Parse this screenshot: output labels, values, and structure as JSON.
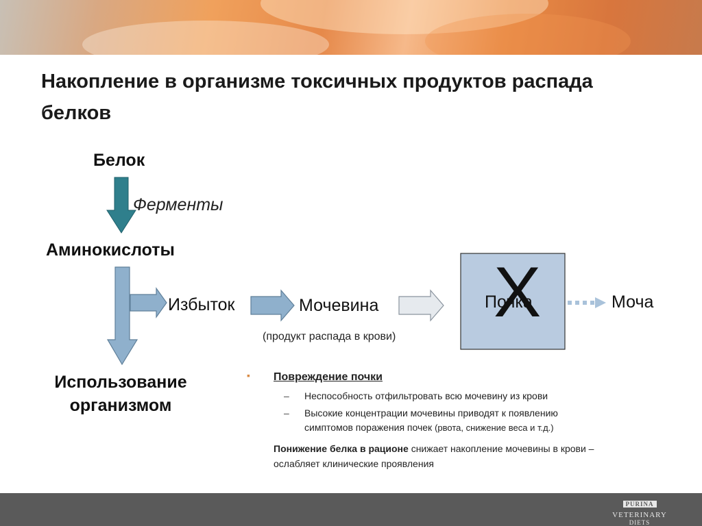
{
  "slide": {
    "title": "Накопление в организме токсичных продуктов распада белков"
  },
  "diagram": {
    "protein": "Белок",
    "enzymes": "Ферменты",
    "amino_acids": "Аминокислоты",
    "excess": "Избыток",
    "urea": "Мочевина",
    "urea_note": "(продукт распада в крови)",
    "kidney": "Почка",
    "kidney_mark": "X",
    "urine": "Моча",
    "usage_line1": "Использование",
    "usage_line2": "организмом"
  },
  "notes": {
    "heading": "Повреждение почки",
    "items": [
      "Неспособность отфильтровать всю мочевину из крови",
      "Высокие концентрации мочевины приводят к появлению",
      "симптомов поражения почек",
      "(рвота, снижение веса и т.д.)"
    ],
    "conclusion_bold": "Понижение белка в рационе",
    "conclusion_rest": "снижает накопление мочевины в крови – ослабляет клинические проявления"
  },
  "footer": {
    "brand": "PURINA",
    "line1": "VETERINARY",
    "line2": "DIETS"
  },
  "colors": {
    "banner_orange": "#e6894a",
    "dark_teal_arrow": "#2f7f8c",
    "blue_arrow": "#8fb0cc",
    "kidney_box": "#b9cbe0",
    "footer_gray": "#5a5a5a",
    "bullet_orange": "#d98b45"
  }
}
